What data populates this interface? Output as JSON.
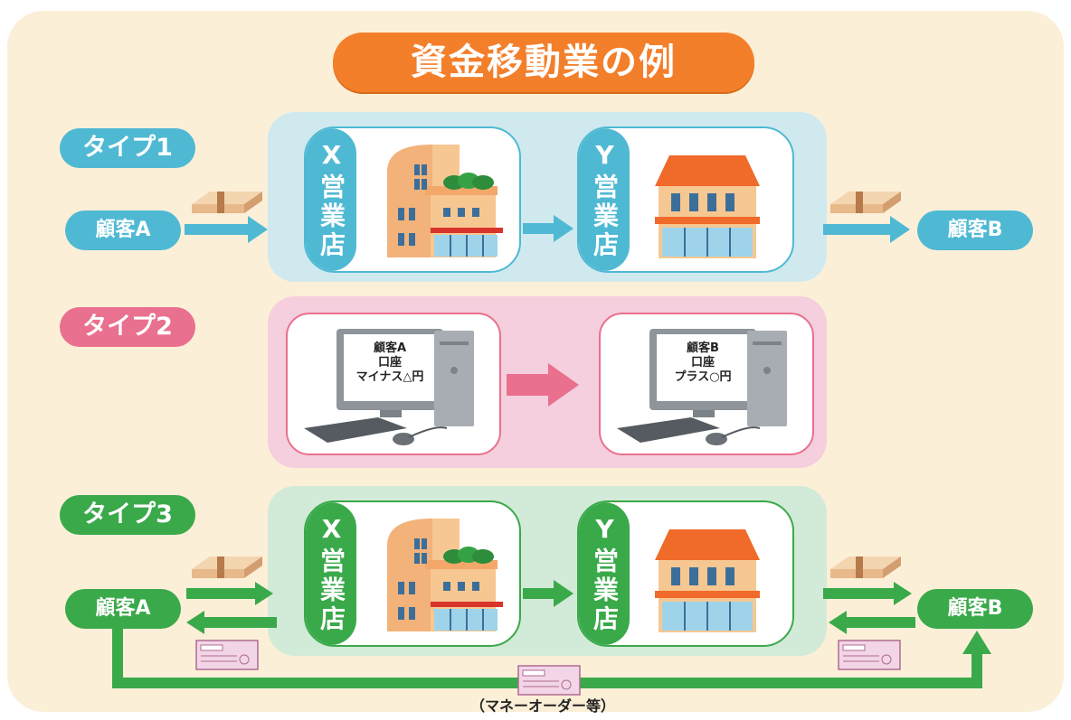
{
  "title": "資金移動業の例",
  "types": [
    {
      "label": "タイプ1"
    },
    {
      "label": "タイプ2"
    },
    {
      "label": "タイプ3"
    }
  ],
  "branches": {
    "x": "X営業店",
    "y": "Y営業店"
  },
  "customers": {
    "a": "顧客A",
    "b": "顧客B"
  },
  "screens": {
    "a": [
      "顧客A",
      "口座",
      "マイナス△円"
    ],
    "b": [
      "顧客B",
      "口座",
      "プラス○円"
    ]
  },
  "note": "（マネーオーダー等）",
  "colors": {
    "orange": "#f37f2b",
    "blue": "#4fb9d3",
    "blue_panel": "#cfe9ef",
    "pink": "#e9708e",
    "pink_panel": "#f5cfdd",
    "green": "#3aa94a",
    "green_panel": "#d2ead8",
    "background": "#fcefd8"
  },
  "icons": [
    "office-building-icon",
    "shop-building-icon",
    "money-bundle-icon",
    "computer-icon",
    "money-order-ticket-icon"
  ]
}
